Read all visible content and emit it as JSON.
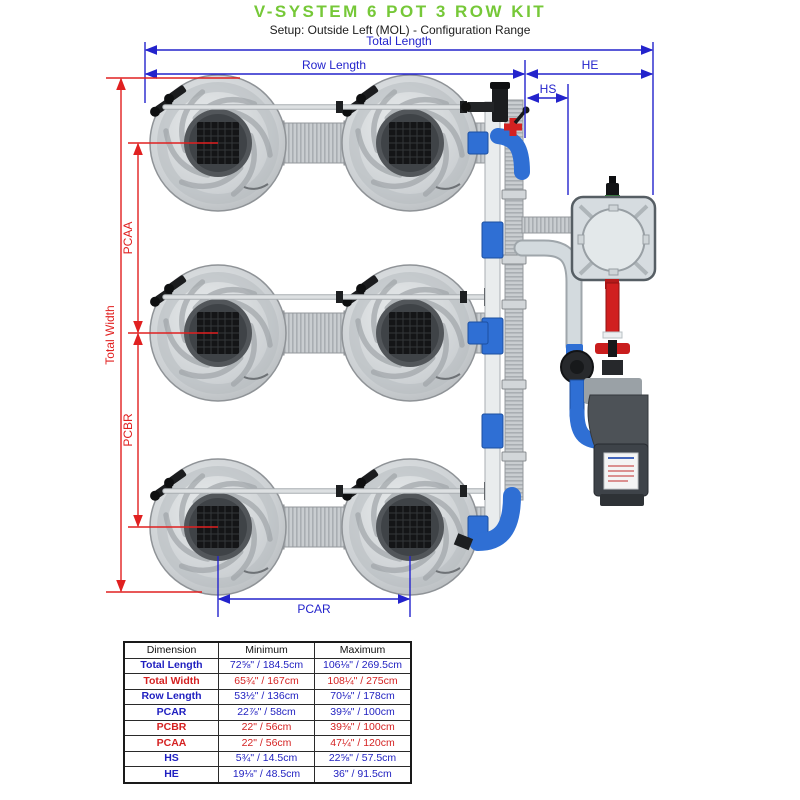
{
  "header": {
    "title": "V-SYSTEM 6 POT 3 ROW KIT",
    "subtitle": "Setup: Outside Left (MOL) - Configuration Range"
  },
  "diagram": {
    "dimension_labels": {
      "total_length": "Total Length",
      "row_length": "Row Length",
      "he": "HE",
      "hs": "HS",
      "total_width": "Total Width",
      "pcaa": "PCAA",
      "pcbr": "PCBR",
      "pcar": "PCAR"
    },
    "components": {
      "pots": 6,
      "rows": 3,
      "manifold": "vertical blue/grey manifold",
      "reservoir": "square top tank",
      "pump": "pump with controller"
    }
  },
  "table": {
    "columns": [
      "Dimension",
      "Minimum",
      "Maximum"
    ],
    "rows": [
      {
        "dimension": "Total Length",
        "minimum": "72⅝\" / 184.5cm",
        "maximum": "106⅛\" / 269.5cm",
        "color": "blue"
      },
      {
        "dimension": "Total Width",
        "minimum": "65¾\" / 167cm",
        "maximum": "108¼\" / 275cm",
        "color": "red"
      },
      {
        "dimension": "Row Length",
        "minimum": "53½\" / 136cm",
        "maximum": "70⅛\" / 178cm",
        "color": "blue"
      },
      {
        "dimension": "PCAR",
        "minimum": "22⅞\" / 58cm",
        "maximum": "39⅜\" / 100cm",
        "color": "blue"
      },
      {
        "dimension": "PCBR",
        "minimum": "22\" / 56cm",
        "maximum": "39⅜\" / 100cm",
        "color": "red"
      },
      {
        "dimension": "PCAA",
        "minimum": "22\" / 56cm",
        "maximum": "47¼\" / 120cm",
        "color": "red"
      },
      {
        "dimension": "HS",
        "minimum": "5¾\" / 14.5cm",
        "maximum": "22⅝\" / 57.5cm",
        "color": "blue"
      },
      {
        "dimension": "HE",
        "minimum": "19⅛\" / 48.5cm",
        "maximum": "36\" / 91.5cm",
        "color": "blue"
      }
    ]
  },
  "colors": {
    "title_green": "#76c838",
    "dimension_blue": "#2323cc",
    "dimension_red": "#e02020",
    "pipe_blue": "#2f6fd4",
    "pipe_red": "#d01f1f",
    "pot_grey": "#c9cdd0"
  }
}
